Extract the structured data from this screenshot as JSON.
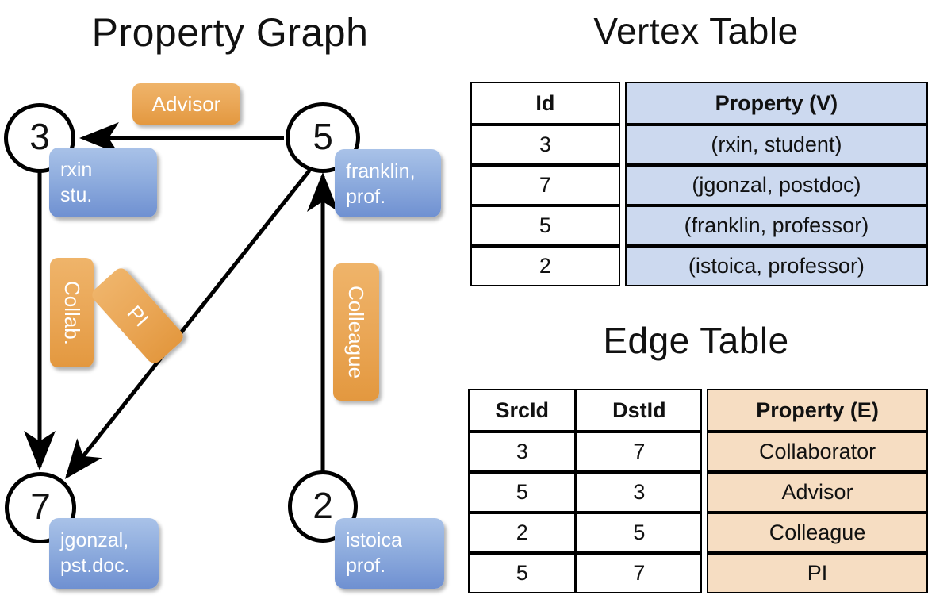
{
  "titles": {
    "property_graph": "Property Graph",
    "vertex_table": "Vertex Table",
    "edge_table": "Edge Table"
  },
  "graph": {
    "nodes": [
      {
        "id": "3",
        "name": "rxin",
        "role": "stu."
      },
      {
        "id": "5",
        "name": "franklin,",
        "role": "prof."
      },
      {
        "id": "7",
        "name": "jgonzal,",
        "role": "pst.doc."
      },
      {
        "id": "2",
        "name": "istoica",
        "role": "prof."
      }
    ],
    "edge_labels": [
      {
        "key": "advisor",
        "text": "Advisor"
      },
      {
        "key": "collab",
        "text": "Collab."
      },
      {
        "key": "pi",
        "text": "PI"
      },
      {
        "key": "colleague",
        "text": "Colleague"
      }
    ]
  },
  "vertex_table": {
    "columns": [
      "Id",
      "Property (V)"
    ],
    "rows": [
      {
        "id": "3",
        "property": "(rxin, student)"
      },
      {
        "id": "7",
        "property": "(jgonzal, postdoc)"
      },
      {
        "id": "5",
        "property": "(franklin, professor)"
      },
      {
        "id": "2",
        "property": "(istoica, professor)"
      }
    ]
  },
  "edge_table": {
    "columns": [
      "SrcId",
      "DstId",
      "Property (E)"
    ],
    "rows": [
      {
        "src": "3",
        "dst": "7",
        "property": "Collaborator"
      },
      {
        "src": "5",
        "dst": "3",
        "property": "Advisor"
      },
      {
        "src": "2",
        "dst": "5",
        "property": "Colleague"
      },
      {
        "src": "5",
        "dst": "7",
        "property": "PI"
      }
    ]
  },
  "colors": {
    "vertex_box": "#8fadde",
    "edge_box": "#eaa757",
    "vertex_table_property_fill": "#ccd9ef",
    "edge_table_property_fill": "#f6ddc2",
    "stroke": "#000000",
    "background": "#ffffff"
  }
}
